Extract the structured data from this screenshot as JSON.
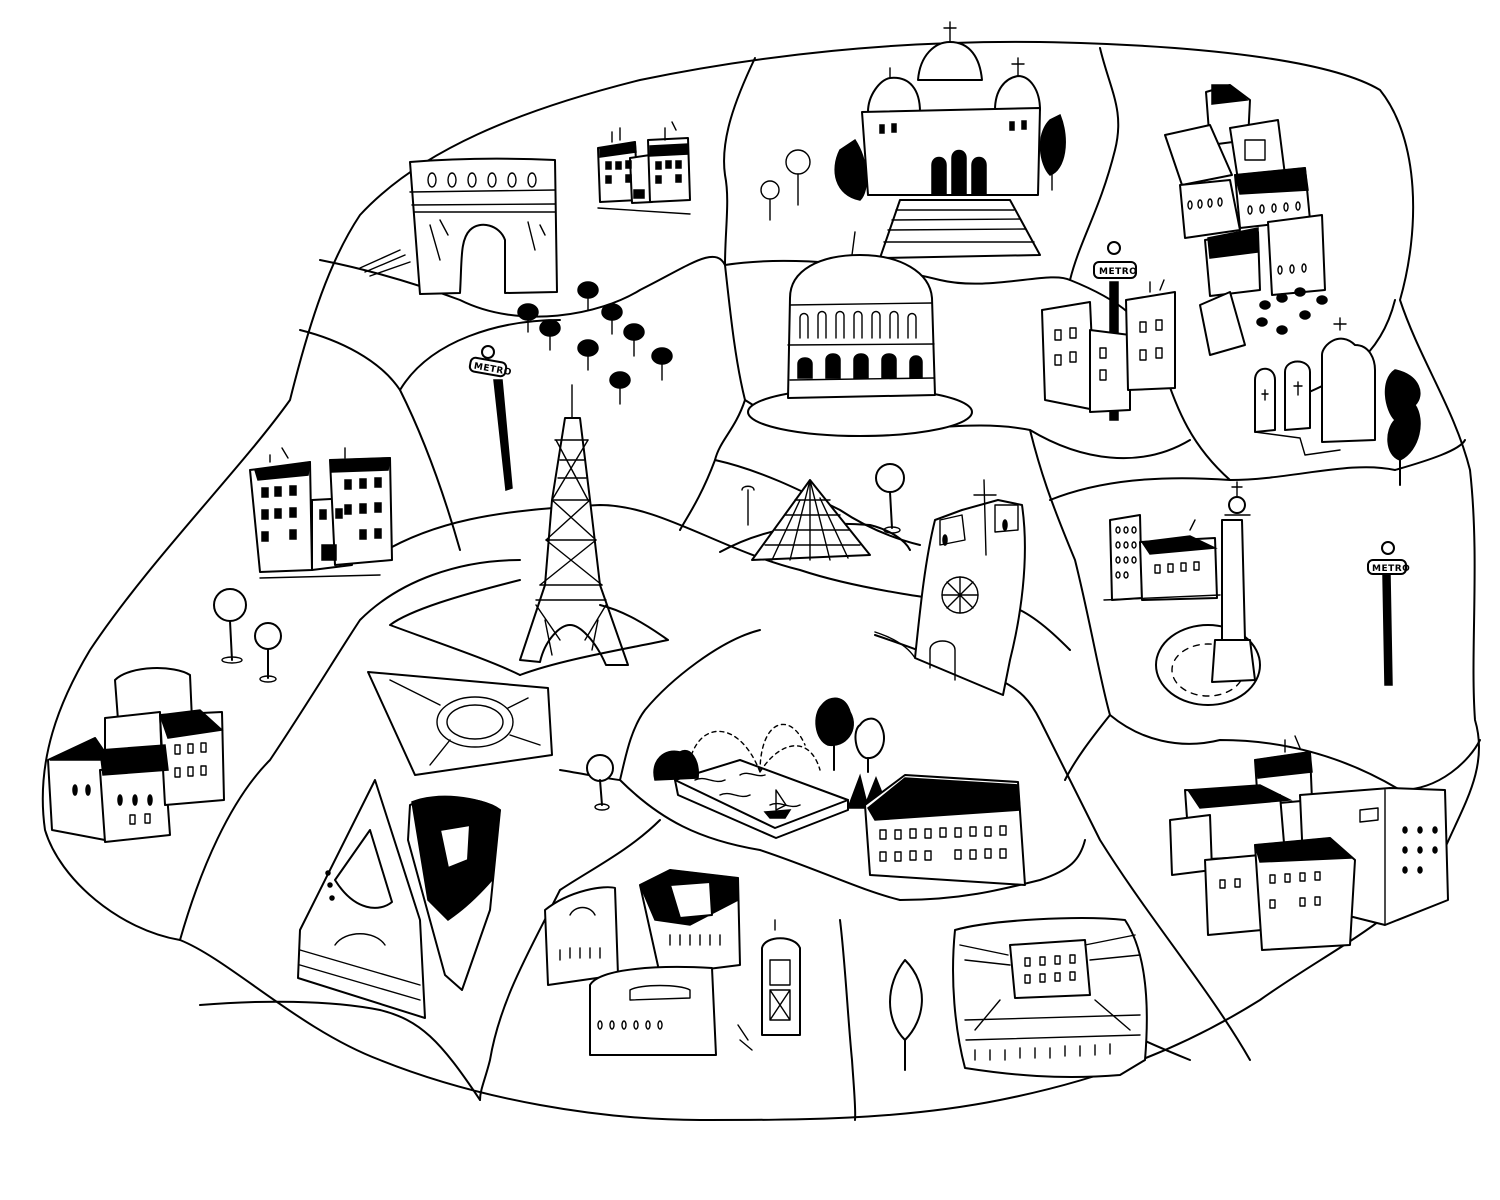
{
  "map": {
    "colors": {
      "ink": "#000000",
      "paper": "#ffffff"
    },
    "metro_signs": [
      {
        "id": "metro-sign-west",
        "label": "METRO"
      },
      {
        "id": "metro-sign-north",
        "label": "METRO"
      },
      {
        "id": "metro-sign-east",
        "label": "METRO"
      }
    ],
    "landmarks": [
      {
        "id": "arc-de-triomphe-icon"
      },
      {
        "id": "sacre-coeur-icon"
      },
      {
        "id": "opera-garnier-icon"
      },
      {
        "id": "eiffel-tower-icon"
      },
      {
        "id": "louvre-pyramid-icon"
      },
      {
        "id": "notre-dame-icon"
      },
      {
        "id": "bastille-column-icon"
      },
      {
        "id": "place-etoile-plaza-icon"
      },
      {
        "id": "luxembourg-fountain-icon"
      },
      {
        "id": "stade-icon"
      }
    ]
  }
}
